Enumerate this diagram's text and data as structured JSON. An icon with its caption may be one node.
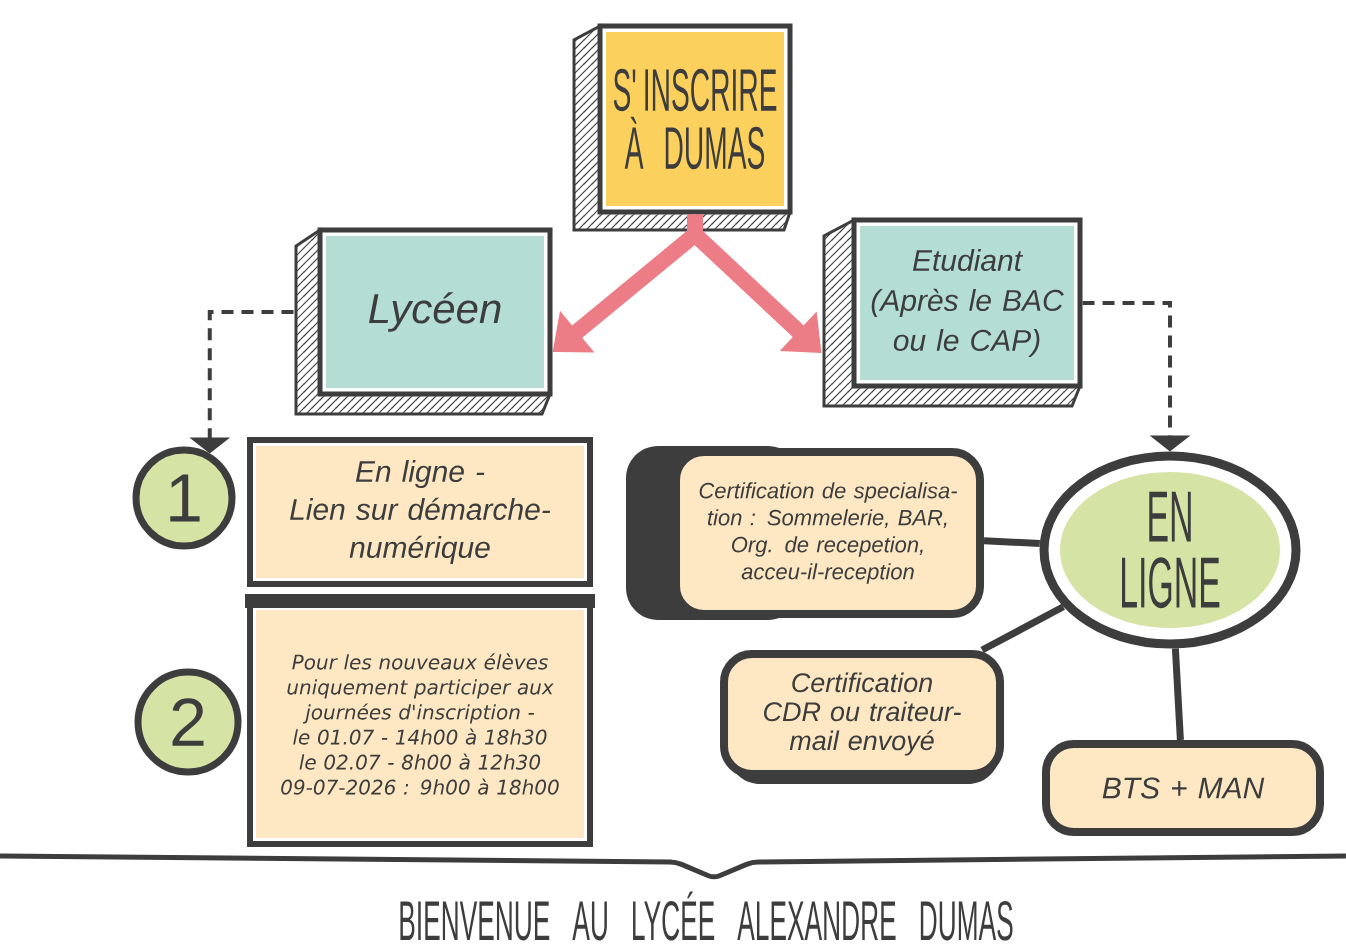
{
  "diagram": {
    "nodes": [
      {
        "text": [
          "S'INSCRIRE À DUMAS"
        ]
      },
      {
        "text": [
          "Lycéen"
        ]
      },
      {
        "text": [
          "Etudiant (Après le BAC ou le CAP)"
        ]
      },
      {
        "text": [
          "1"
        ]
      },
      {
        "text": [
          "En ligne -",
          "Lien sur démarche-numérique"
        ]
      },
      {
        "text": [
          "Certification de specialisa-tion : Sommelerie, BAR, Org. de recepetion, acceu-il-reception"
        ]
      },
      {
        "text": [
          "EN LIGNE"
        ]
      },
      {
        "text": [
          "2"
        ]
      },
      {
        "text": [
          "Pour les nouveaux élèves uniquement participer aux journées d'inscription -",
          "le 01.07 - 14h00 à 18h30",
          "le 02.07 - 8h00 à 12h30",
          "09-07-2026 : 9h00 à 18h00"
        ]
      },
      {
        "text": [
          "Certification CDR ou traiteur-mail envoyé"
        ]
      },
      {
        "text": [
          "BTS + MAN"
        ]
      }
    ],
    "edges": [
      {
        "from": 0,
        "to": 1,
        "arrow": "to",
        "style": "thick",
        "color": "#ec7d87"
      },
      {
        "from": 0,
        "to": 2,
        "arrow": "to",
        "style": "thick",
        "color": "#ec7d87"
      },
      {
        "from": 1,
        "to": 3,
        "arrow": "to",
        "style": "dashed"
      },
      {
        "from": 2,
        "to": 6,
        "arrow": "to",
        "style": "dashed"
      },
      {
        "from": 6,
        "to": 5,
        "arrow": "none"
      },
      {
        "from": 6,
        "to": 9,
        "arrow": "none"
      },
      {
        "from": 6,
        "to": 10,
        "arrow": "none"
      }
    ],
    "labels": [
      "BIENVENUE AU LYCÉE ALEXANDRE DUMAS"
    ]
  }
}
